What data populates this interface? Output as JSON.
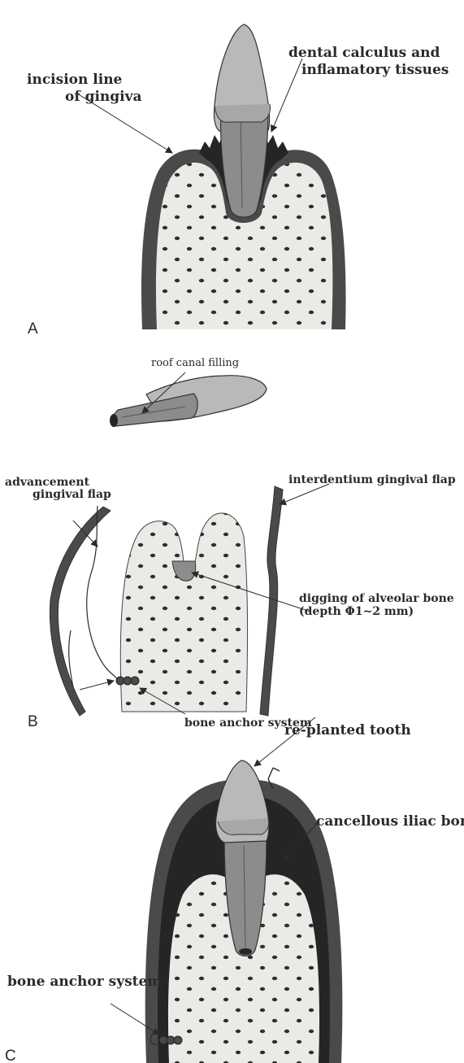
{
  "panels": {
    "a": {
      "letter": "A",
      "labels": {
        "incision_line_1": "incision line",
        "incision_line_2": "of gingiva",
        "calculus_1": "dental calculus and",
        "calculus_2": "inflamatory tissues"
      }
    },
    "b": {
      "letter": "B",
      "labels": {
        "root_canal": "roof canal filling",
        "advancement_1": "advancement",
        "advancement_2": "gingival flap",
        "interdentium": "interdentium gingival flap",
        "digging_1": "digging of alveolar bone",
        "digging_2": "(depth Φ1~2 mm)",
        "bone_anchor": "bone anchor system"
      }
    },
    "c": {
      "letter": "C",
      "labels": {
        "replanted": "re-planted tooth",
        "cancellous": "cancellous iliac bone",
        "bone_anchor": "bone anchor system"
      }
    }
  },
  "colors": {
    "gingiva": "#4a4a4a",
    "bone": "#e9ebe6",
    "tooth": "#b9b9b9",
    "root": "#8c8c8c",
    "dark": "#252525",
    "dots": "#2e2e2e"
  }
}
